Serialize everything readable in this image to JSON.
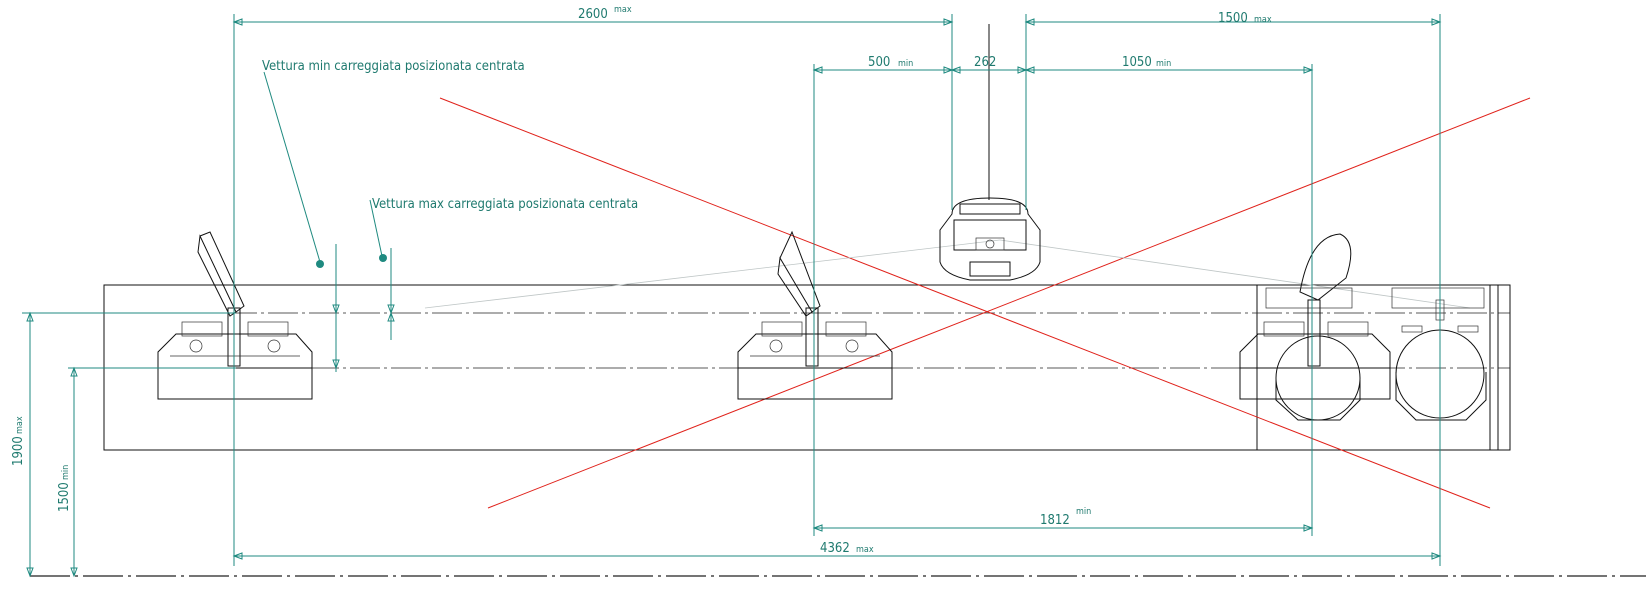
{
  "dimensions": {
    "top_left": {
      "value": "2600",
      "unit": "max"
    },
    "top_right": {
      "value": "1500",
      "unit": "max"
    },
    "mid_left": {
      "value": "500",
      "unit": "min"
    },
    "mid_center": {
      "value": "262",
      "unit": ""
    },
    "mid_right": {
      "value": "1050",
      "unit": "min"
    },
    "lower_center": {
      "value": "1812",
      "unit": "min"
    },
    "bottom_total": {
      "value": "4362",
      "unit": "max"
    },
    "vertical_outer": {
      "value": "1900",
      "unit": "max"
    },
    "vertical_inner": {
      "value": "1500",
      "unit": "min"
    }
  },
  "notes": {
    "min_track": "Vettura min carreggiata posizionata centrata",
    "max_track": "Vettura max carreggiata posizionata centrata"
  },
  "colors": {
    "dimension": "#1f8a80",
    "laser_line": "#e0221b",
    "outline": "#111111"
  }
}
